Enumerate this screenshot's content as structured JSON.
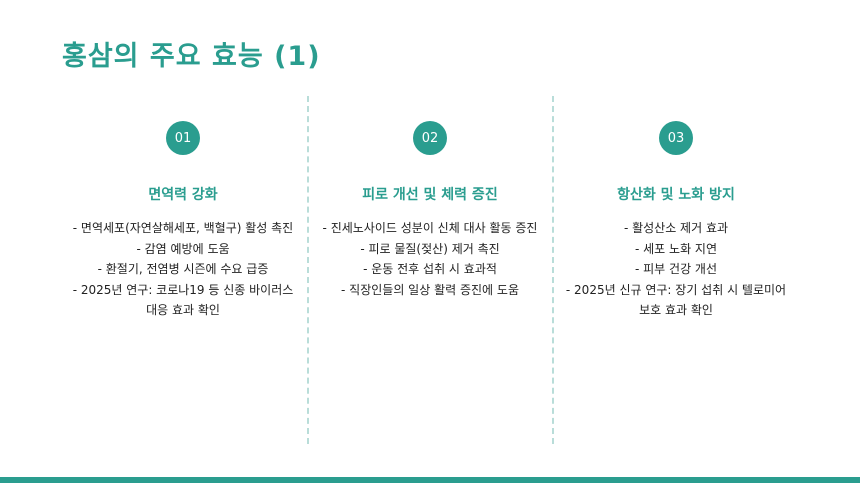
{
  "slide": {
    "title": "홍삼의 주요 효능 (1)",
    "accent_color": "#2a9d8f",
    "columns": [
      {
        "number": "01",
        "heading": "면역력 강화",
        "items": [
          "- 면역세포(자연살해세포, 백혈구) 활성 촉진",
          "- 감염 예방에 도움",
          "- 환절기, 전염병 시즌에 수요 급증",
          "- 2025년 연구: 코로나19 등 신종 바이러스 대응 효과 확인"
        ]
      },
      {
        "number": "02",
        "heading": "피로 개선 및 체력 증진",
        "items": [
          "- 진세노사이드 성분이 신체 대사 활동 증진",
          "- 피로 물질(젖산) 제거 촉진",
          "- 운동 전후 섭취 시 효과적",
          "- 직장인들의 일상 활력 증진에 도움"
        ]
      },
      {
        "number": "03",
        "heading": "항산화 및 노화 방지",
        "items": [
          "- 활성산소 제거 효과",
          "- 세포 노화 지연",
          "- 피부 건강 개선",
          "- 2025년 신규 연구: 장기 섭취 시 텔로미어 보호 효과 확인"
        ]
      }
    ]
  }
}
